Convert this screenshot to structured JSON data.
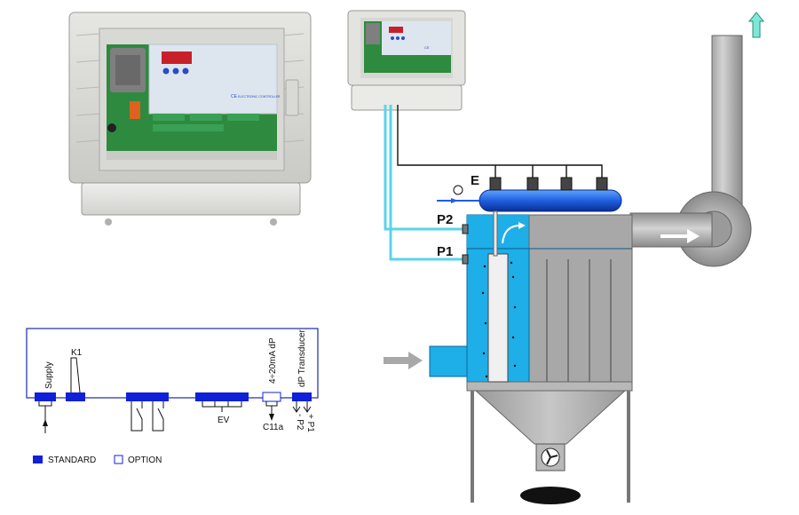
{
  "controller_large": {
    "badge_text": "CE",
    "brand_text": "ELECTRONIC CONTROLLER"
  },
  "controller_small": {
    "badge_text": "CE"
  },
  "wiring": {
    "terminals": {
      "supply": "Supply",
      "k1": "K1",
      "dp_signal": "4÷20mA dP",
      "dp_transducer": "dP Transducer",
      "ev": "EV",
      "c11a": "C11a",
      "p2_minus": "- P2",
      "p1_plus": "+ P1"
    },
    "legend": {
      "standard": "STANDARD",
      "option": "OPTION"
    },
    "colors": {
      "standard": "#1020d8",
      "frame": "#1a2aa8"
    }
  },
  "filter": {
    "labels": {
      "valves": "E",
      "p2": "P2",
      "p1": "P1"
    },
    "colors": {
      "cyan_line": "#5ad4ec",
      "manifold": "#1f5fe0",
      "clean_chamber": "#1eaee8",
      "body": "#a8a8a8"
    }
  }
}
